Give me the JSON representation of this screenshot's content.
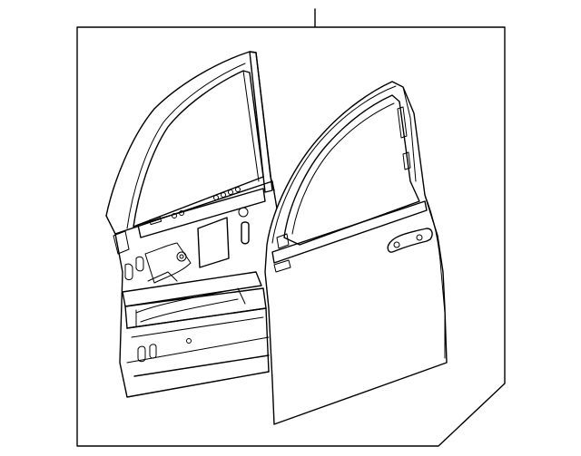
{
  "diagram": {
    "line_color": "#000000",
    "background": "#ffffff",
    "parts": [
      "door-inner-frame",
      "door-outer-shell",
      "leader-line"
    ]
  }
}
